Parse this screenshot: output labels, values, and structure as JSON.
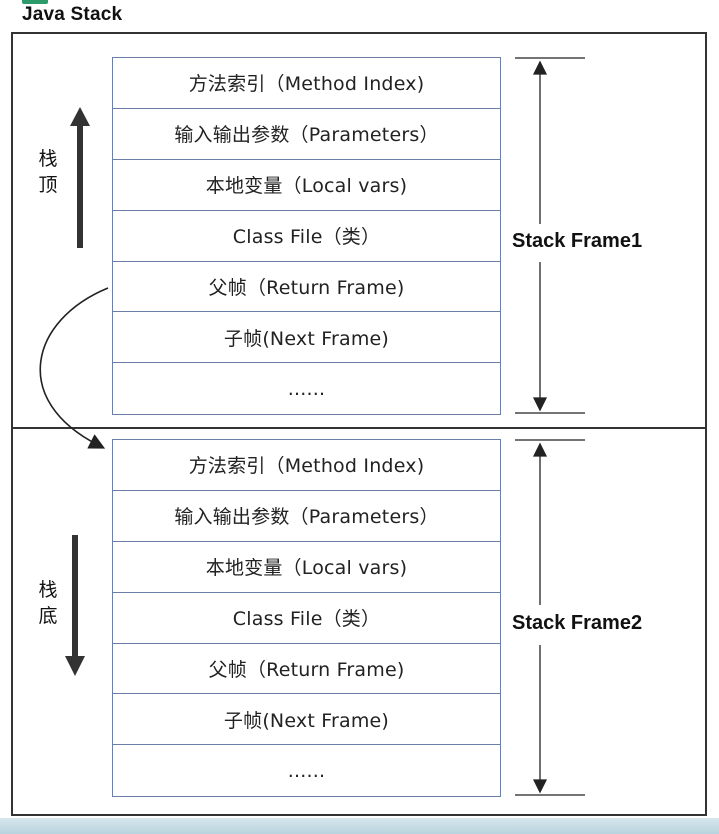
{
  "title": "Java Stack",
  "side_labels": {
    "top": [
      "栈",
      "顶"
    ],
    "bottom": [
      "栈",
      "底"
    ]
  },
  "frames": [
    {
      "label": "Stack Frame1",
      "rows": [
        "方法索引（Method Index)",
        "输入输出参数（Parameters）",
        "本地变量（Local vars)",
        "Class File（类）",
        "父帧（Return Frame)",
        "子帧(Next Frame)",
        "......"
      ]
    },
    {
      "label": "Stack Frame2",
      "rows": [
        "方法索引（Method Index)",
        "输入输出参数（Parameters）",
        "本地变量（Local vars)",
        "Class File（类）",
        "父帧（Return Frame)",
        "子帧(Next Frame)",
        "......"
      ]
    }
  ]
}
